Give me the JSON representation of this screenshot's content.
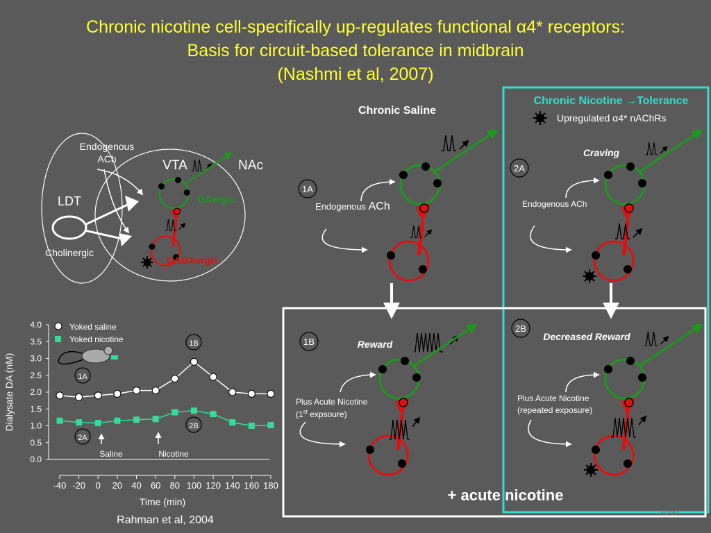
{
  "title": {
    "line1": "Chronic nicotine cell-specifically up-regulates functional α4* receptors:",
    "line2": "Basis for circuit-based tolerance in midbrain",
    "line3": "(Nashmi et al, 2007)"
  },
  "left_diagram": {
    "endogenous_ach_1": "Endogenous",
    "endogenous_ach_2": "ACh",
    "vta": "VTA",
    "nac": "NAc",
    "ldt": "LDT",
    "cholinergic": "Cholinergic",
    "daergic": "DAergic",
    "gabaergic": "GABAergic"
  },
  "panels": {
    "chronic_saline": "Chronic Saline",
    "chronic_nicotine_prefix": "Chronic Nicotine ",
    "chronic_nicotine_arrow": "→",
    "chronic_nicotine_suffix": "Tolerance",
    "upregulated": "Upregulated α4* nAChRs",
    "label_1a": "1A",
    "label_2a": "2A",
    "label_1b": "1B",
    "label_2b": "2B",
    "craving": "Craving",
    "endogenous_1a_prefix": "Endogenous ",
    "endogenous_1a_suffix": "ACh",
    "endogenous_2a": "Endogenous ACh",
    "reward": "Reward",
    "decreased_reward": "Decreased  Reward",
    "plus_acute_1b_line1": "Plus Acute Nicotine",
    "plus_acute_1b_line2_prefix": "(1",
    "plus_acute_1b_line2_sup": "st",
    "plus_acute_1b_line2_suffix": " expsoure)",
    "plus_acute_2b_line1": "Plus Acute Nicotine",
    "plus_acute_2b_line2": "(repeated exposure)",
    "acute_nicotine": "+ acute nicotine",
    "slide_number": "30/40"
  },
  "chart_data": {
    "type": "line",
    "ylabel": "Dialysate DA (nM)",
    "xlabel": "Time (min)",
    "x": [
      -40,
      -20,
      0,
      20,
      40,
      60,
      80,
      100,
      120,
      140,
      160,
      180
    ],
    "ylim": [
      0,
      4.0
    ],
    "xlim": [
      -40,
      180
    ],
    "yticks": [
      "0.0",
      "0.5",
      "1.0",
      "1.5",
      "2.0",
      "2.5",
      "3.0",
      "3.5",
      "4.0"
    ],
    "xticks": [
      "-40",
      "-20",
      "0",
      "20",
      "40",
      "60",
      "80",
      "100",
      "120",
      "140",
      "160",
      "180"
    ],
    "series": [
      {
        "name": "Yoked saline",
        "values": [
          1.9,
          1.85,
          1.9,
          1.95,
          2.05,
          2.05,
          2.4,
          2.9,
          2.45,
          2.0,
          1.95,
          1.95
        ],
        "color": "#ffffff"
      },
      {
        "name": "Yoked nicotine",
        "values": [
          1.15,
          1.1,
          1.08,
          1.15,
          1.18,
          1.2,
          1.4,
          1.45,
          1.35,
          1.1,
          1.0,
          1.02
        ],
        "color": "#33dd99"
      }
    ],
    "annotations": {
      "saline": "Saline",
      "nicotine": "Nicotine",
      "a1": "1A",
      "b1": "1B",
      "a2": "2A",
      "b2": "2B"
    },
    "citation": "Rahman et al, 2004"
  },
  "colors": {
    "title": "#ffff33",
    "green": "#1c9a1c",
    "red": "#e01010",
    "cyan": "#33ddcc",
    "nic_marker": "#33dd99"
  }
}
